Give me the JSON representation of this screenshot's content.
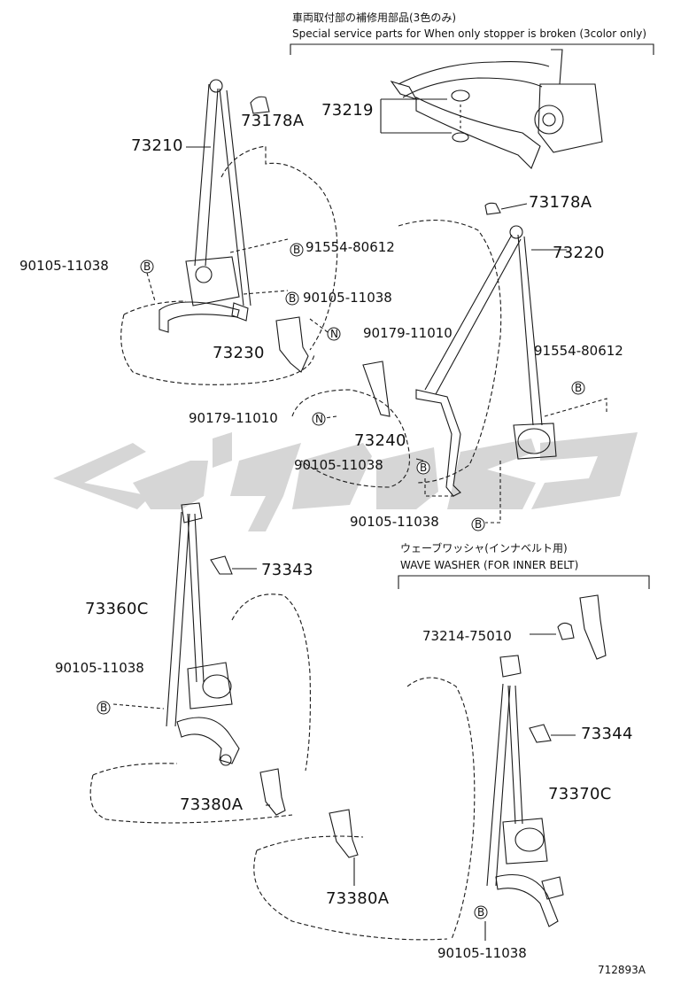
{
  "header_note": {
    "jp": "車両取付部の補修用部品(3色のみ)",
    "en": "Special service parts for When only stopper is broken (3color only)"
  },
  "wave_washer_note": {
    "jp": "ウェーブワッシャ(インナベルト用)",
    "en": "WAVE WASHER (FOR INNER BELT)"
  },
  "callouts": {
    "p73219": "73219",
    "p73178a_1": "73178A",
    "p73210": "73210",
    "p73178a_2": "73178A",
    "p91554_1": "91554-80612",
    "p73220": "73220",
    "p90105_left": "90105-11038",
    "p90105_mid": "90105-11038",
    "p90179_1": "90179-11010",
    "p73230": "73230",
    "p91554_2": "91554-80612",
    "p90179_2": "90179-11010",
    "p73240": "73240",
    "p90105_3": "90105-11038",
    "p90105_4": "90105-11038",
    "p73343": "73343",
    "p73360c": "73360C",
    "p90105_5": "90105-11038",
    "p73214": "73214-75010",
    "p73344": "73344",
    "p73370c": "73370C",
    "p73380a_1": "73380A",
    "p73380a_2": "73380A",
    "p90105_6": "90105-11038"
  },
  "markers": {
    "b": "B",
    "n": "N"
  },
  "figure_id": "712893A",
  "colors": {
    "line": "#1a1a1a",
    "watermark": "#cfcfcf"
  }
}
